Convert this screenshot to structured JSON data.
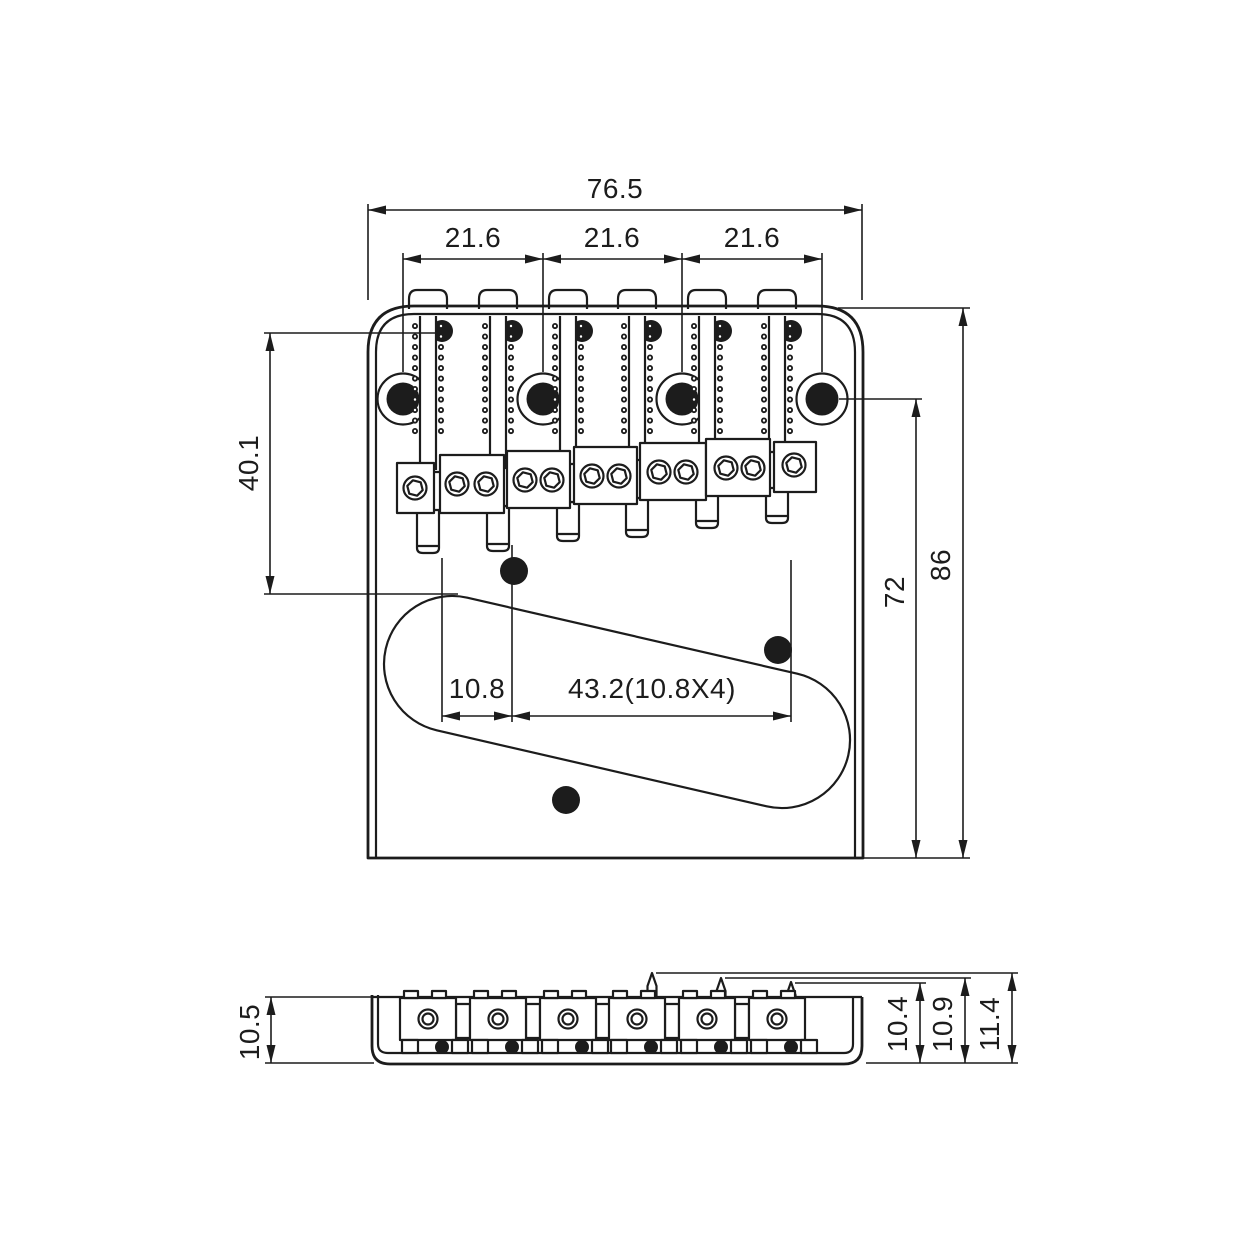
{
  "dims": {
    "overall_width": "76.5",
    "saddle_screw_spacings": [
      "21.6",
      "21.6",
      "21.6"
    ],
    "top_to_pickup_cutout": "40.1",
    "string_gap": "10.8",
    "string_span": "43.2(10.8X4)",
    "mount_hole_to_bottom": "72",
    "overall_height": "86",
    "side": {
      "plate_height": "10.5",
      "saddle_heights": [
        "10.4",
        "10.9",
        "11.4"
      ]
    }
  },
  "colors": {
    "line": "#1c1c1c",
    "background": "#ffffff"
  }
}
